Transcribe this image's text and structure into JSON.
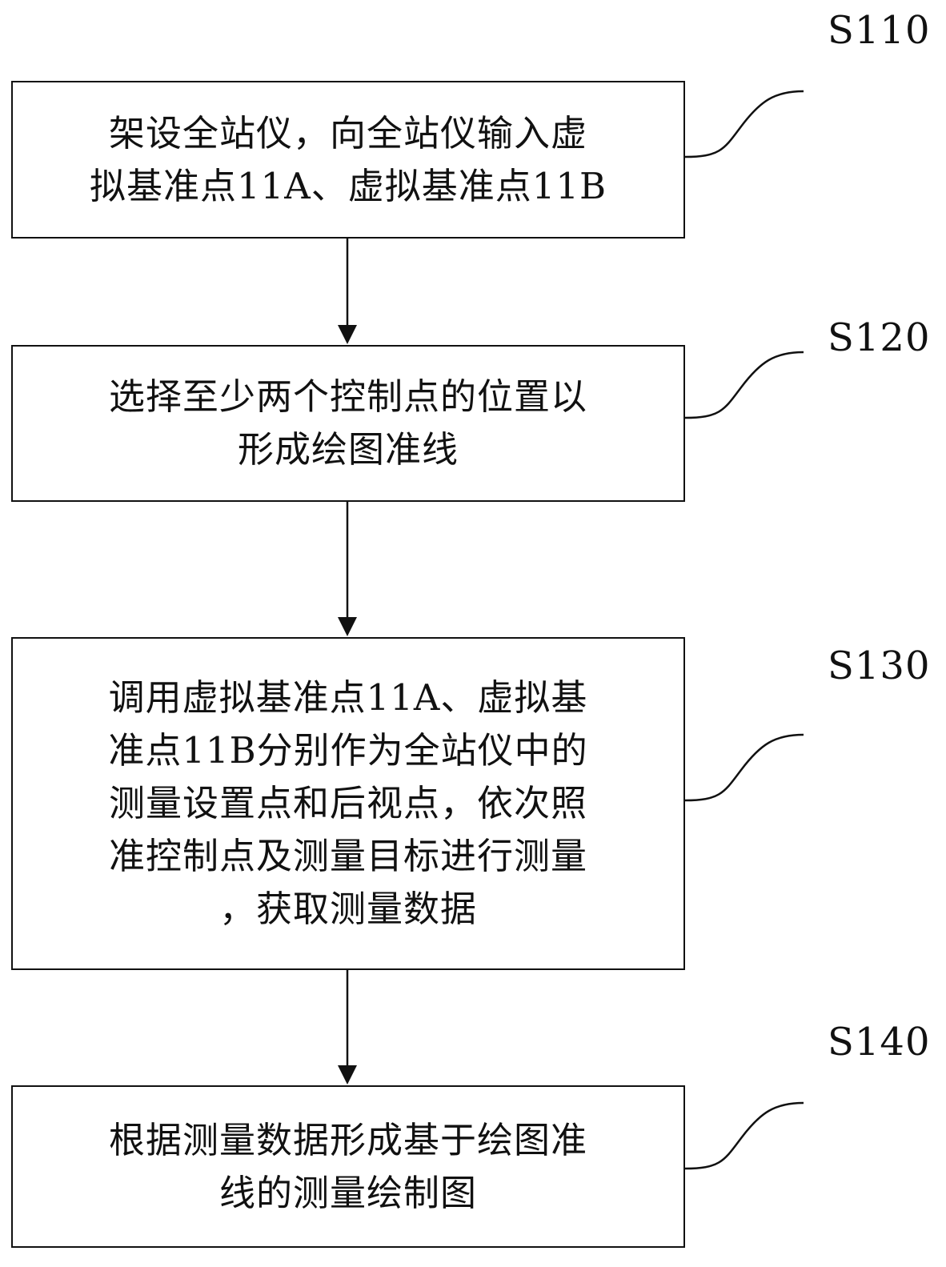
{
  "flowchart": {
    "steps": [
      {
        "id": "S110",
        "label": "S110",
        "text": "架设全站仪，向全站仪输入虚\n拟基准点11A、虚拟基准点11B"
      },
      {
        "id": "S120",
        "label": "S120",
        "text": "选择至少两个控制点的位置以\n形成绘图准线"
      },
      {
        "id": "S130",
        "label": "S130",
        "text": "调用虚拟基准点11A、虚拟基\n准点11B分别作为全站仪中的\n测量设置点和后视点，依次照\n准控制点及测量目标进行测量\n，获取测量数据"
      },
      {
        "id": "S140",
        "label": "S140",
        "text": "根据测量数据形成基于绘图准\n线的测量绘制图"
      }
    ]
  },
  "colors": {
    "stroke": "#111111",
    "background": "#ffffff"
  }
}
